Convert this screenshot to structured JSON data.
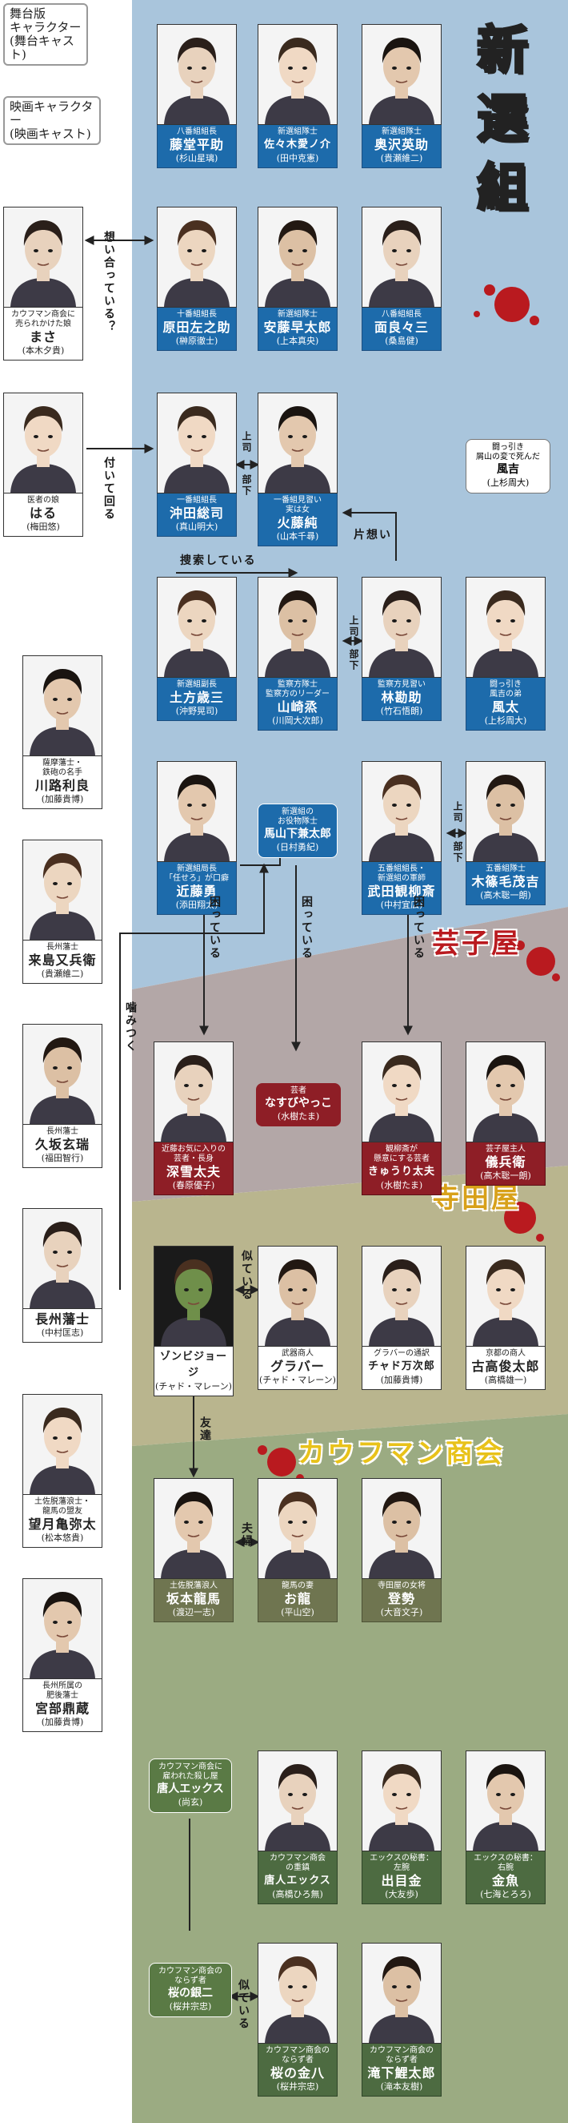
{
  "legend": {
    "stage": "舞台版\nキャラクター\n(舞台キャスト)",
    "film": "映画キャラクター\n(映画キャスト)"
  },
  "sections": {
    "shinsengumi": "新選組",
    "geikoya": "芸子屋",
    "teradaya": "寺田屋",
    "kaufman": "カウフマン商会"
  },
  "people": [
    {
      "id": "todo",
      "role": "八番組組長",
      "name": "藤堂平助",
      "actor": "(杉山星璃)",
      "style": "blue"
    },
    {
      "id": "sasaki",
      "role": "新選組隊士",
      "name": "佐々木愛ノ介",
      "actor": "(田中克憲)",
      "style": "blue"
    },
    {
      "id": "okuzawa",
      "role": "新選組隊士",
      "name": "奥沢英助",
      "actor": "(貴瀬維二)",
      "style": "blue"
    },
    {
      "id": "harada",
      "role": "十番組組長",
      "name": "原田左之助",
      "actor": "(榊原徹士)",
      "style": "blue"
    },
    {
      "id": "ando",
      "role": "新選組隊士",
      "name": "安藤早太郎",
      "actor": "(上本真央)",
      "style": "blue"
    },
    {
      "id": "nonaka",
      "role": "八番組組長",
      "name": "面良々三",
      "actor": "(桑島健)",
      "style": "blue"
    },
    {
      "id": "okita",
      "role": "一番組組長",
      "name": "沖田総司",
      "actor": "(真山明大)",
      "style": "blue"
    },
    {
      "id": "kato",
      "role": "一番組見習い\n実は女",
      "name": "火藤純",
      "actor": "(山本千尋)",
      "style": "blue"
    },
    {
      "id": "hijikata",
      "role": "新選組副長",
      "name": "土方歳三",
      "actor": "(沖野晃司)",
      "style": "blue"
    },
    {
      "id": "yamazaki",
      "role": "監察方隊士\n監察方のリーダー",
      "name": "山崎烝",
      "actor": "(川岡大次郎)",
      "style": "blue"
    },
    {
      "id": "hayashi",
      "role": "監察方見習い",
      "name": "林勘助",
      "actor": "(竹石悟朗)",
      "style": "blue"
    },
    {
      "id": "futa",
      "role": "闘っ引き\n風吉の弟",
      "name": "風太",
      "actor": "(上杉周大)",
      "style": "blue"
    },
    {
      "id": "kondo",
      "role": "新選組局長\n「任せろ」が口癖",
      "name": "近藤勇",
      "actor": "(添田翔太)",
      "style": "blue"
    },
    {
      "id": "takeda",
      "role": "五番組組長・\n新選組の軍師",
      "name": "武田観柳斎",
      "actor": "(中村宜広)",
      "style": "blue"
    },
    {
      "id": "kinugasa",
      "role": "五番組隊士",
      "name": "木篠毛茂吉",
      "actor": "(高木聡一朗)",
      "style": "blue"
    },
    {
      "id": "miyuki",
      "role": "近藤お気に入りの\n芸者・長身",
      "name": "深雪太夫",
      "actor": "(春原優子)",
      "style": "red"
    },
    {
      "id": "kyuri",
      "role": "観柳斎が\n懸意にする芸者",
      "name": "きゅうり太夫",
      "actor": "(水樹たま)",
      "style": "red"
    },
    {
      "id": "genbei",
      "role": "芸子屋主人",
      "name": "儀兵衛",
      "actor": "(高木聡一朗)",
      "style": "red"
    },
    {
      "id": "zombie",
      "role": "",
      "name": "ゾンビジョージ",
      "actor": "(チャド・マレーン)",
      "style": "white"
    },
    {
      "id": "glover",
      "role": "武器商人",
      "name": "グラバー",
      "actor": "(チャド・マレーン)",
      "style": "white"
    },
    {
      "id": "chado",
      "role": "グラバーの通訳",
      "name": "チャド万次郎",
      "actor": "(加藤貴博)",
      "style": "white"
    },
    {
      "id": "furukata",
      "role": "京都の商人",
      "name": "古高俊太郎",
      "actor": "(高橋雄一)",
      "style": "white"
    },
    {
      "id": "sakamoto",
      "role": "土佐脱藩浪人",
      "name": "坂本龍馬",
      "actor": "(渡辺一志)",
      "style": "olive"
    },
    {
      "id": "oryo",
      "role": "龍馬の妻",
      "name": "お龍",
      "actor": "(平山空)",
      "style": "olive"
    },
    {
      "id": "otose",
      "role": "寺田屋の女将",
      "name": "登勢",
      "actor": "(大音文子)",
      "style": "olive"
    },
    {
      "id": "tojin",
      "role": "カウフマン商会\nの重鎮",
      "name": "唐人エックス",
      "actor": "(高橋ひろ無)",
      "style": "green"
    },
    {
      "id": "idemaru",
      "role": "エックスの秘書：\n左腕",
      "name": "出目金",
      "actor": "(大友歩)",
      "style": "green"
    },
    {
      "id": "kingyo",
      "role": "エックスの秘書：\n右腕",
      "name": "金魚",
      "actor": "(七海とろろ)",
      "style": "green"
    },
    {
      "id": "sakura_kin",
      "role": "カウフマン商会の\nならず者",
      "name": "桜の金八",
      "actor": "(桜井宗忠)",
      "style": "green"
    },
    {
      "id": "takishita",
      "role": "カウフマン商会の\nならず者",
      "name": "滝下鯉太郎",
      "actor": "(滝本友樹)",
      "style": "green"
    },
    {
      "id": "masa",
      "role": "カウフマン商会に\n売られかけた娘",
      "name": "まさ",
      "actor": "(本木夕貴)",
      "style": "white"
    },
    {
      "id": "haru",
      "role": "医者の娘",
      "name": "はる",
      "actor": "(梅田悠)",
      "style": "white"
    },
    {
      "id": "kawaji",
      "role": "薩摩藩士・\n鉄砲の名手",
      "name": "川路利良",
      "actor": "(加藤貴博)",
      "style": "white"
    },
    {
      "id": "kurushima",
      "role": "長州藩士",
      "name": "来島又兵衛",
      "actor": "(貴瀬維二)",
      "style": "white"
    },
    {
      "id": "kusaka",
      "role": "長州藩士",
      "name": "久坂玄瑞",
      "actor": "(福田智行)",
      "style": "white"
    },
    {
      "id": "choshu",
      "role": "",
      "name": "長州藩士",
      "actor": "(中村匡志)",
      "style": "white"
    },
    {
      "id": "mochizuki",
      "role": "土佐脱藩浪士・\n龍馬の盟友",
      "name": "望月亀弥太",
      "actor": "(松本悠貴)",
      "style": "white"
    },
    {
      "id": "miyabe",
      "role": "長州所属の\n肥後藩士",
      "name": "宮部鼎蔵",
      "actor": "(加藤貴博)",
      "style": "white"
    }
  ],
  "textboxes": [
    {
      "id": "fukichi",
      "role": "闘っ引き\n屑山の変で死んだ",
      "name": "風吉",
      "actor": "(上杉周大)"
    },
    {
      "id": "yamashita",
      "role": "新選組の\nお役物隊士",
      "name": "馬山下兼太郎",
      "actor": "(日村勇紀)"
    },
    {
      "id": "nasubi",
      "role": "芸者",
      "name": "なすびやっこ",
      "actor": "(水樹たま)"
    },
    {
      "id": "tojin_film",
      "role": "カウフマン商会に\n雇われた殺し屋",
      "name": "唐人エックス",
      "actor": "(尚玄)"
    },
    {
      "id": "sakura_film",
      "role": "カウフマン商会の\nならず者",
      "name": "桜の銀二",
      "actor": "(桜井宗忠)"
    }
  ],
  "relations": {
    "omoiau": "想い合っている？",
    "tsuite": "付いて回る",
    "joushi1": "上司",
    "buka1": "部下",
    "kataomoi": "片想い",
    "sousaku": "捜索している",
    "joushi2": "上司",
    "buka2": "部下",
    "joushi3": "上司",
    "buka3": "部下",
    "komatte1": "困っている",
    "komatte2": "困っている",
    "komatte3": "困っている",
    "kamitsuku": "噛みつく",
    "niteiru1": "似ている",
    "yuujou": "友達",
    "fuufu": "夫婦",
    "niteiru2": "似ている"
  },
  "colors": {
    "shinsen_bg": "#a9c5dc",
    "geiko_bg": "#b3a7a7",
    "terada_bg": "#b9b58e",
    "kaufman_bg": "#9bab82",
    "accent": "#b91a1f"
  }
}
